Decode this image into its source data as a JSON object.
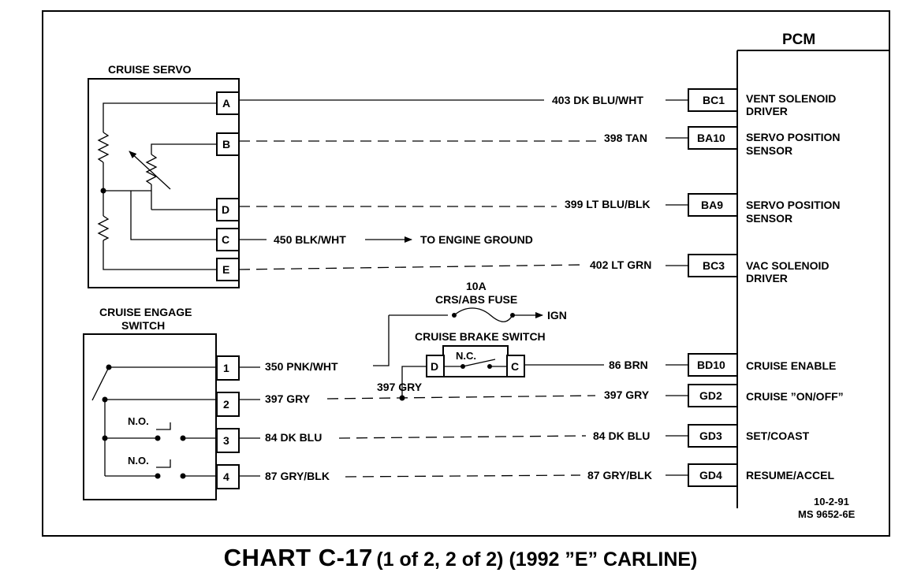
{
  "servo": {
    "title": "CRUISE SERVO",
    "pins": [
      "A",
      "B",
      "D",
      "C",
      "E"
    ]
  },
  "engage_switch": {
    "title_line1": "CRUISE ENGAGE",
    "title_line2": "SWITCH",
    "pins": [
      "1",
      "2",
      "3",
      "4"
    ],
    "no_label": "N.O."
  },
  "pcm": {
    "title": "PCM",
    "pins": [
      "BC1",
      "BA10",
      "BA9",
      "BC3",
      "BD10",
      "GD2",
      "GD3",
      "GD4"
    ],
    "functions": [
      [
        "VENT SOLENOID",
        "DRIVER"
      ],
      [
        "SERVO POSITION",
        "SENSOR"
      ],
      [
        "SERVO POSITION",
        "SENSOR"
      ],
      [
        "VAC SOLENOID",
        "DRIVER"
      ],
      [
        "CRUISE ENABLE"
      ],
      [
        "CRUISE ”ON/OFF”"
      ],
      [
        "SET/COAST"
      ],
      [
        "RESUME/ACCEL"
      ]
    ]
  },
  "wires": {
    "w403": "403 DK BLU/WHT",
    "w398": "398 TAN",
    "w399": "399 LT BLU/BLK",
    "w450": "450 BLK/WHT",
    "to_ground": "TO ENGINE GROUND",
    "w402": "402 LT GRN",
    "w350": "350 PNK/WHT",
    "w86": "86 BRN",
    "w397_left": "397 GRY",
    "w397_branch": "397 GRY",
    "w397_right": "397 GRY",
    "w84_left": "84 DK BLU",
    "w84_right": "84 DK BLU",
    "w87_left": "87 GRY/BLK",
    "w87_right": "87 GRY/BLK"
  },
  "fuse": {
    "rating": "10A",
    "name": "CRS/ABS FUSE",
    "ign": "IGN"
  },
  "brake_switch": {
    "title": "CRUISE BRAKE SWITCH",
    "pin_d": "D",
    "pin_c": "C",
    "nc": "N.C."
  },
  "revision": {
    "date": "10-2-91",
    "code": "MS 9652-6E"
  },
  "chart_title": {
    "main": "CHART C-17",
    "sub": "(1 of 2, 2 of 2)  (1992 ”E” CARLINE)"
  }
}
